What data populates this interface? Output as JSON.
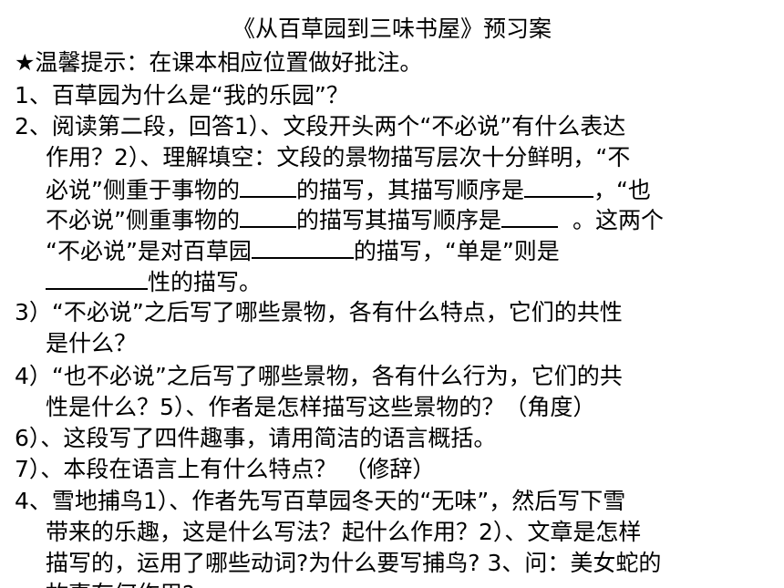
{
  "document": {
    "title": "《从百草园到三味书屋》预习案",
    "tip": "★温馨提示：在课本相应位置做好批注。",
    "lines": [
      "1、百草园为什么是“我的乐园”？",
      "2、阅读第二段，回答1）、文段开头两个“不必说”有什么表达",
      "作用？2）、理解填空：文段的景物描写层次十分鲜明，“不",
      "3）“不必说”之后写了哪些景物，各有什么特点，它们的共性",
      "是什么？",
      "4）“也不必说”之后写了哪些景物，各有什么行为，它们的共",
      "性是什么？5）、作者是怎样描写这些景物的？（角度）",
      "6）、这段写了四件趣事，请用简洁的语言概括。",
      "7）、本段在语言上有什么特点？ （修辞）",
      "4、雪地捕鸟1）、作者先写百草园冬天的“无味”，然后写下雪",
      "带来的乐趣，这是什么写法？起什么作用？2）、文章是怎样",
      "描写的，运用了哪些动词?为什么要写捕鸟? 3、问：美女蛇的",
      "故事有何作用?"
    ],
    "fill_a": {
      "p1": "必说”侧重于事物的",
      "p2": "的描写，其描写顺序是",
      "p3": "，“也"
    },
    "fill_b": {
      "p1": "不必说”侧重事物的",
      "p2": "的描写其描写顺序是",
      "p3": "。这两个"
    },
    "fill_c": {
      "p1": "“不必说”是对百草园",
      "p2": "的描写，“单是”则是"
    },
    "fill_d": {
      "p1": "性的描写。"
    }
  }
}
